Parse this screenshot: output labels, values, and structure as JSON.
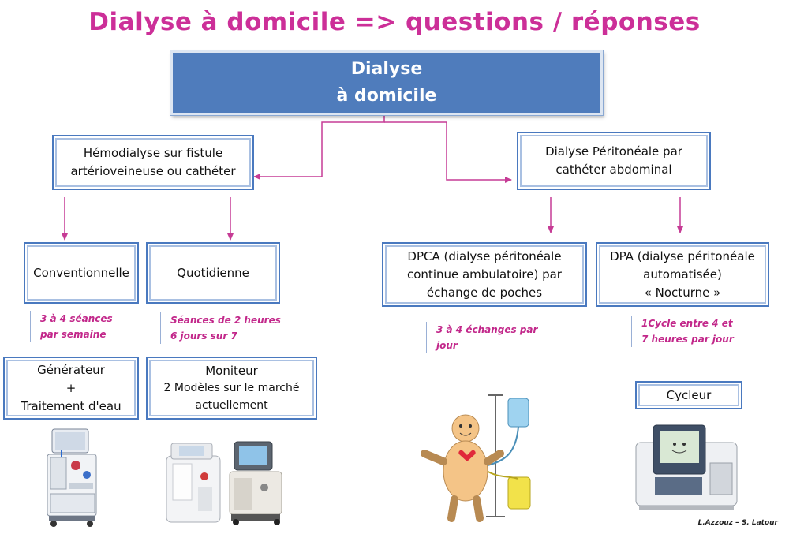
{
  "title": "Dialyse à domicile => questions / réponses",
  "root": {
    "line1": "Dialyse",
    "line2": "à domicile"
  },
  "left_branch": {
    "line1": "Hémodialyse sur fistule",
    "line2": "artérioveineuse ou cathéter",
    "children": [
      {
        "label": "Conventionnelle",
        "note": [
          "3 à 4 séances",
          "par semaine"
        ],
        "equipment": [
          "Générateur",
          "+",
          "Traitement d'eau"
        ]
      },
      {
        "label": "Quotidienne",
        "note": [
          "Séances de 2 heures",
          "6 jours sur 7"
        ],
        "equipment": [
          "Moniteur",
          "2 Modèles sur le marché",
          "actuellement"
        ]
      }
    ]
  },
  "right_branch": {
    "line1": "Dialyse Péritonéale par",
    "line2": "cathéter abdominal",
    "children": [
      {
        "label": [
          "DPCA (dialyse péritonéale",
          "continue ambulatoire) par",
          "échange de poches"
        ],
        "note": [
          "3 à 4 échanges par",
          "jour"
        ]
      },
      {
        "label": [
          "DPA (dialyse péritonéale",
          "automatisée)",
          "« Nocturne »"
        ],
        "note": [
          "1Cycle entre 4 et",
          "7 heures par jour"
        ],
        "equipment": "Cycleur"
      }
    ]
  },
  "credit": "L.Azzouz – S. Latour",
  "colors": {
    "title": "#cc2f98",
    "root_fill": "#4f7cbc",
    "box_border": "#4a79bf",
    "arrow": "#c63b95",
    "note": "#c2278a"
  },
  "illustrations": [
    "hemodialysis-generator-image",
    "daily-monitors-image",
    "dpca-patient-drawing-image",
    "cycler-machine-image"
  ]
}
